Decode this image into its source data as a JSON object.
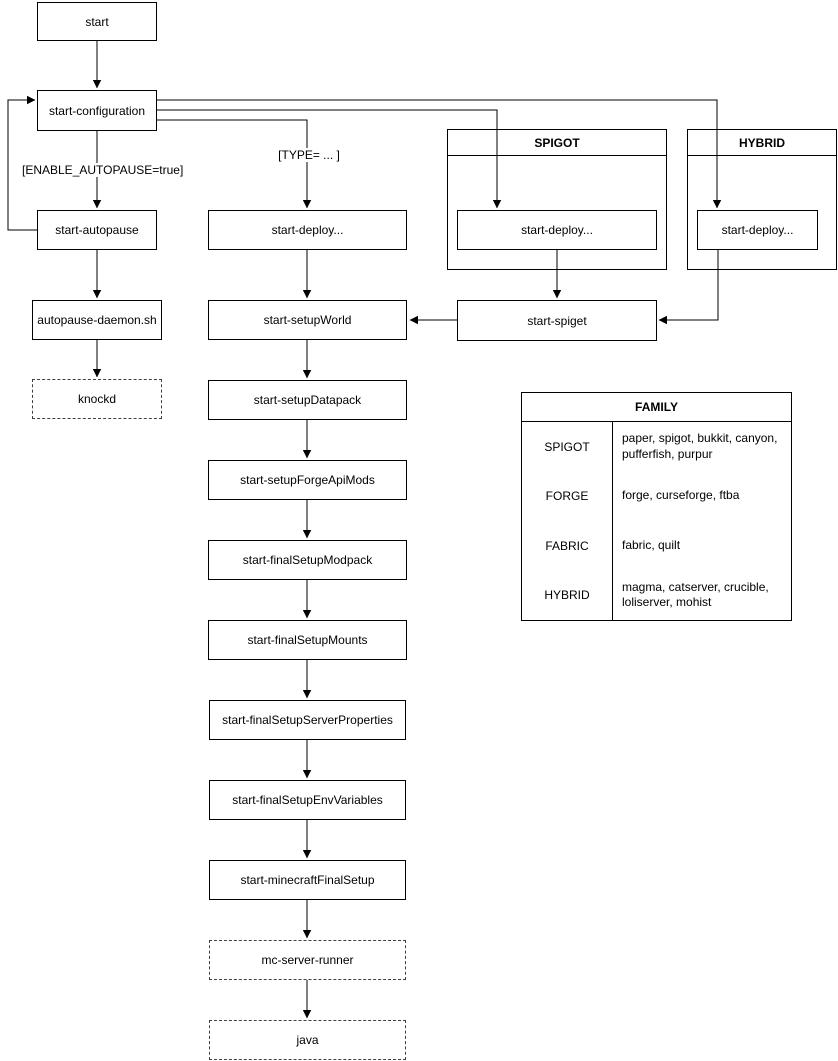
{
  "diagram": {
    "nodes": {
      "start": "start",
      "start_configuration": "start-configuration",
      "start_autopause": "start-autopause",
      "autopause_daemon": "autopause-daemon.sh",
      "knockd": "knockd",
      "start_deploy_main": "start-deploy...",
      "start_deploy_spigot": "start-deploy...",
      "start_deploy_hybrid": "start-deploy...",
      "start_spiget": "start-spiget",
      "start_setup_world": "start-setupWorld",
      "start_setup_datapack": "start-setupDatapack",
      "start_setup_forge_api_mods": "start-setupForgeApiMods",
      "start_final_setup_modpack": "start-finalSetupModpack",
      "start_final_setup_mounts": "start-finalSetupMounts",
      "start_final_setup_server_properties": "start-finalSetupServerProperties",
      "start_final_setup_env_variables": "start-finalSetupEnvVariables",
      "start_minecraft_final_setup": "start-minecraftFinalSetup",
      "mc_server_runner": "mc-server-runner",
      "java": "java"
    },
    "containers": {
      "spigot": "SPIGOT",
      "hybrid": "HYBRID"
    },
    "edge_labels": {
      "enable_autopause": "[ENABLE_AUTOPAUSE=true]",
      "type": "[TYPE= ... ]"
    },
    "family_table": {
      "title": "FAMILY",
      "rows": [
        {
          "family": "SPIGOT",
          "members": "paper, spigot, bukkit, canyon, pufferfish, purpur"
        },
        {
          "family": "FORGE",
          "members": "forge, curseforge, ftba"
        },
        {
          "family": "FABRIC",
          "members": "fabric, quilt"
        },
        {
          "family": "HYBRID",
          "members": "magma, catserver, crucible, loliserver, mohist"
        }
      ]
    },
    "colors": {
      "stroke": "#000000",
      "dashed_stroke": "#3f3f3f",
      "background": "#ffffff",
      "text": "#000000"
    }
  }
}
